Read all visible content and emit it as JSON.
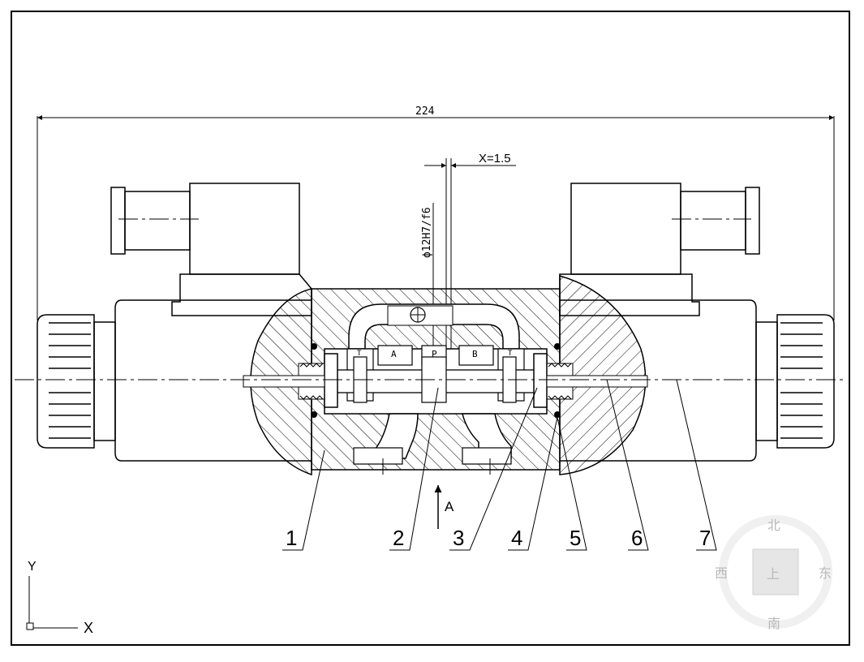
{
  "drawing": {
    "overall_dimension": "224",
    "gap_dimension": "X=1.5",
    "fit_dimension": "ϕ12H7/f6",
    "view_label": "A",
    "part_numbers": [
      "1",
      "2",
      "3",
      "4",
      "5",
      "6",
      "7"
    ],
    "port_labels": [
      "T",
      "A",
      "P",
      "B",
      "T"
    ]
  },
  "ucs_icon": {
    "x_label": "X",
    "y_label": "Y"
  },
  "viewcube": {
    "north": "北",
    "south": "南",
    "east": "东",
    "west": "西",
    "face": "上"
  }
}
